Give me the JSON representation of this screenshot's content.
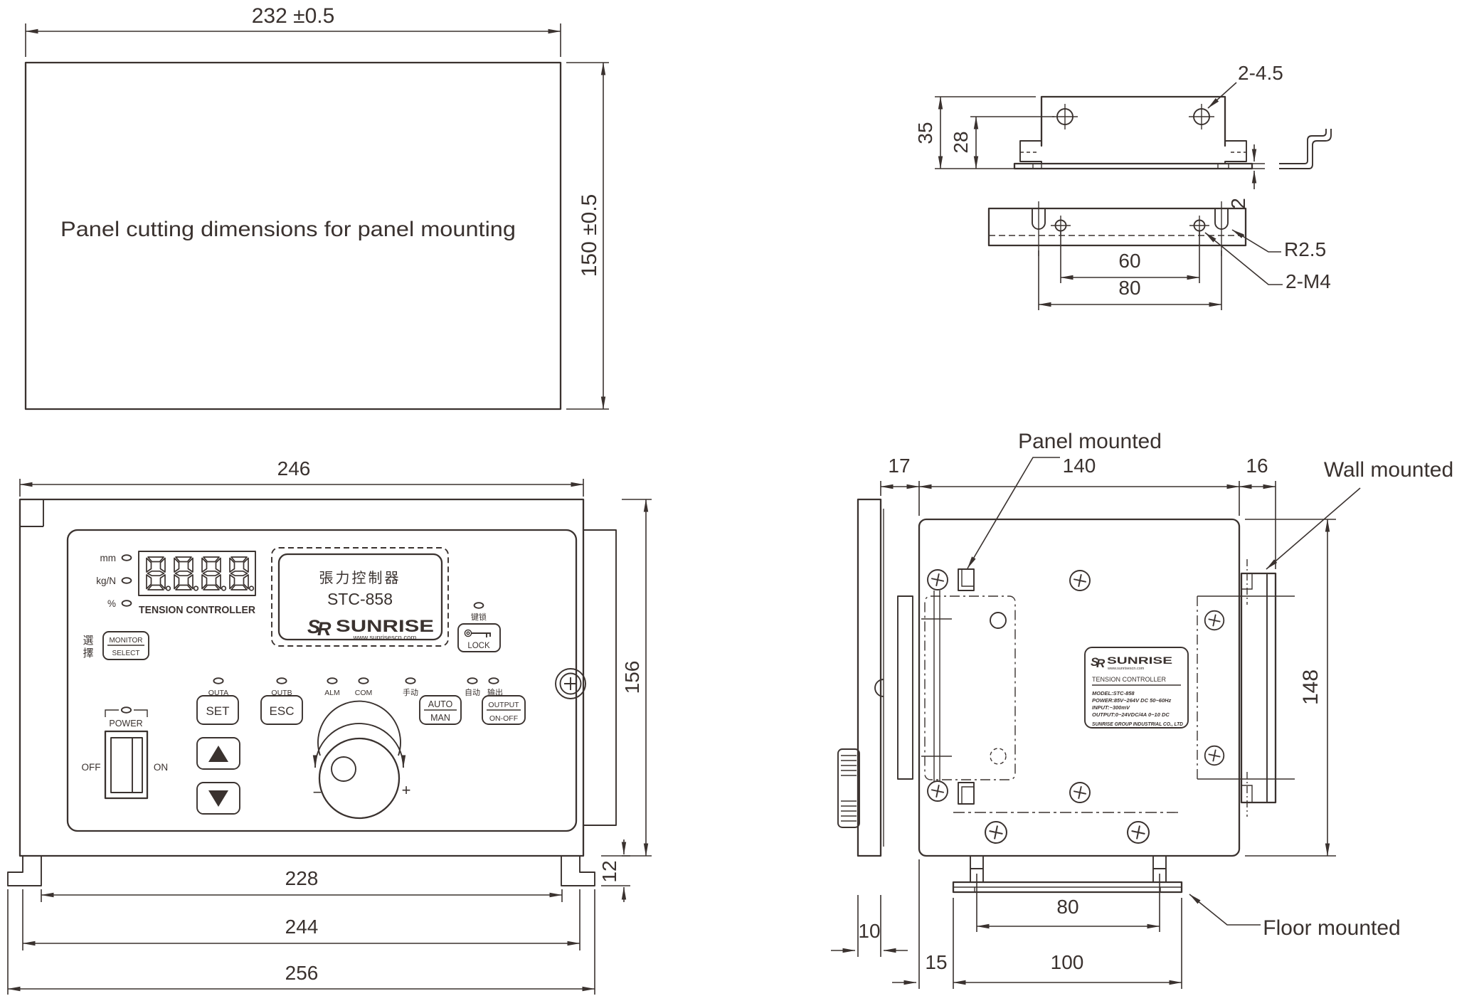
{
  "drawing": {
    "panel_cutting": {
      "title": "Panel cutting dimensions for panel mounting",
      "width": "232 ±0.5",
      "height": "150 ±0.5"
    },
    "bracket": {
      "dim_35": "35",
      "dim_28": "28",
      "dim_2": "2",
      "dim_60": "60",
      "dim_80": "80",
      "hole_label": "2-4.5",
      "radius_label": "R2.5",
      "thread_label": "2-M4"
    },
    "front": {
      "dim_width": "246",
      "dim_height": "156",
      "dim_flange": "12",
      "dim_inner": "228",
      "dim_mid": "244",
      "dim_outer": "256",
      "unit_mm": "mm",
      "unit_kgn": "kg/N",
      "unit_pct": "%",
      "display_caption": "TENSION CONTROLLER",
      "lcd_line1": "張力控制器",
      "lcd_line2": "STC-858",
      "brand": "SUNRISE",
      "brand_url": "www.sunrisescn.com",
      "select_cn_top": "選",
      "select_cn_bottom": "擇",
      "monitor": "MONITOR",
      "select": "SELECT",
      "lock_cn": "键锁",
      "lock": "LOCK",
      "leds": {
        "outa": "OUTA",
        "outb": "OUTB",
        "alm": "ALM",
        "com": "COM",
        "manual_cn": "手动",
        "auto_cn": "自动",
        "output_cn": "输出"
      },
      "power": "POWER",
      "off": "OFF",
      "on": "ON",
      "set": "SET",
      "esc": "ESC",
      "auto": "AUTO",
      "man": "MAN",
      "output": "OUTPUT",
      "onoff": "ON-OFF",
      "minus": "−",
      "plus": "+"
    },
    "side": {
      "dim_17": "17",
      "dim_140": "140",
      "dim_16": "16",
      "dim_148": "148",
      "dim_10": "10",
      "dim_80": "80",
      "dim_15": "15",
      "dim_100": "100",
      "panel_mounted": "Panel mounted",
      "wall_mounted": "Wall mounted",
      "floor_mounted": "Floor mounted",
      "nameplate": {
        "brand": "SUNRISE",
        "brand_url": "www.sunrisescn.com",
        "title": "TENSION CONTROLLER",
        "model": "MODEL:STC-858",
        "power": "POWER:85V~264V DC 50~60Hz",
        "input": "INPUT:~300mV",
        "output": "OUTPUT:0~24VDC/4A 0~10 DC",
        "company": "SUNRISE GROUP INDUSTRIAL CO., LTD"
      }
    },
    "colors": {
      "line": "#3a322f",
      "logo_red": "#da3832",
      "logo_blue": "#4d9fd8",
      "logo_gray": "#9b9998"
    }
  }
}
